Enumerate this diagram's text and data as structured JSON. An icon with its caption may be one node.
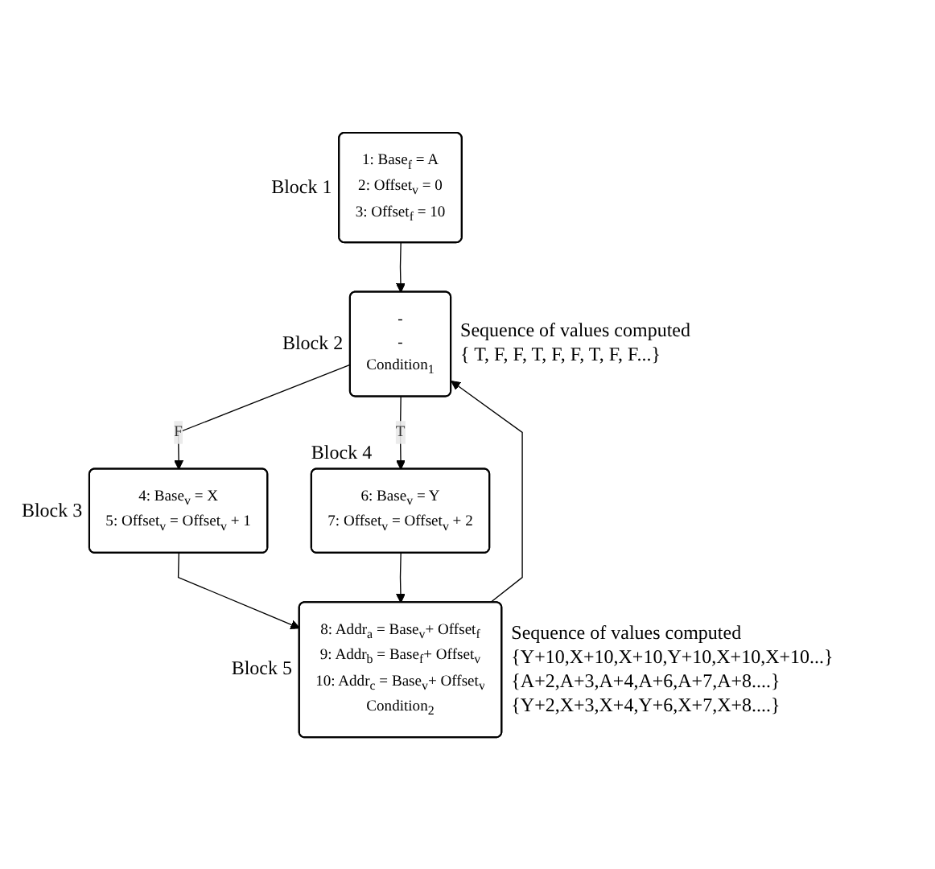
{
  "diagram": {
    "nodes": [
      {
        "text": [
          "1: Base$_{f}$ = A",
          "2: Offset$_{v}$ = 0",
          "3: Offset$_{f}$ = 10"
        ],
        "beside": [
          "Block 1"
        ]
      },
      {
        "text": [
          "-",
          "-",
          "Condition$_{1}$"
        ],
        "beside": [
          "Block 2",
          "Sequence of values computed",
          "{ T, F, F, T, F, F, T, F, F...}"
        ]
      },
      {
        "text": [
          "4: Base$_{v}$ = X",
          "5: Offset$_{v}$ = Offset$_{v}$ + 1"
        ],
        "beside": [
          "Block 3"
        ]
      },
      {
        "text": [
          "6: Base$_{v}$ = Y",
          "7: Offset$_{v}$ = Offset$_{v}$ + 2"
        ],
        "beside": [
          "Block 4"
        ]
      },
      {
        "text": [
          "8: Addr$_{a}$ = Base$_{v}$+ Offset$_{f}$",
          "9: Addr$_{b}$ = Base$_{f}$+ Offset$_{v}$",
          "10: Addr$_{c}$ = Base$_{v}$+ Offset$_{v}$",
          "Condition$_{2}$"
        ],
        "beside": [
          "Block 5",
          "Sequence of values computed",
          "{Y+10,X+10,X+10,Y+10,X+10,X+10...}",
          "{A+2,A+3,A+4,A+6,A+7,A+8....}",
          "{Y+2,X+3,X+4,Y+6,X+7,X+8....}"
        ]
      }
    ],
    "edges": [
      {
        "from": 0,
        "to": 1,
        "arrow": "to"
      },
      {
        "from": 1,
        "to": 2,
        "arrow": "to",
        "label": "F"
      },
      {
        "from": 1,
        "to": 3,
        "arrow": "to",
        "label": "T"
      },
      {
        "from": 2,
        "to": 4,
        "arrow": "to"
      },
      {
        "from": 3,
        "to": 4,
        "arrow": "to"
      },
      {
        "from": 4,
        "to": 1,
        "arrow": "to"
      }
    ]
  }
}
